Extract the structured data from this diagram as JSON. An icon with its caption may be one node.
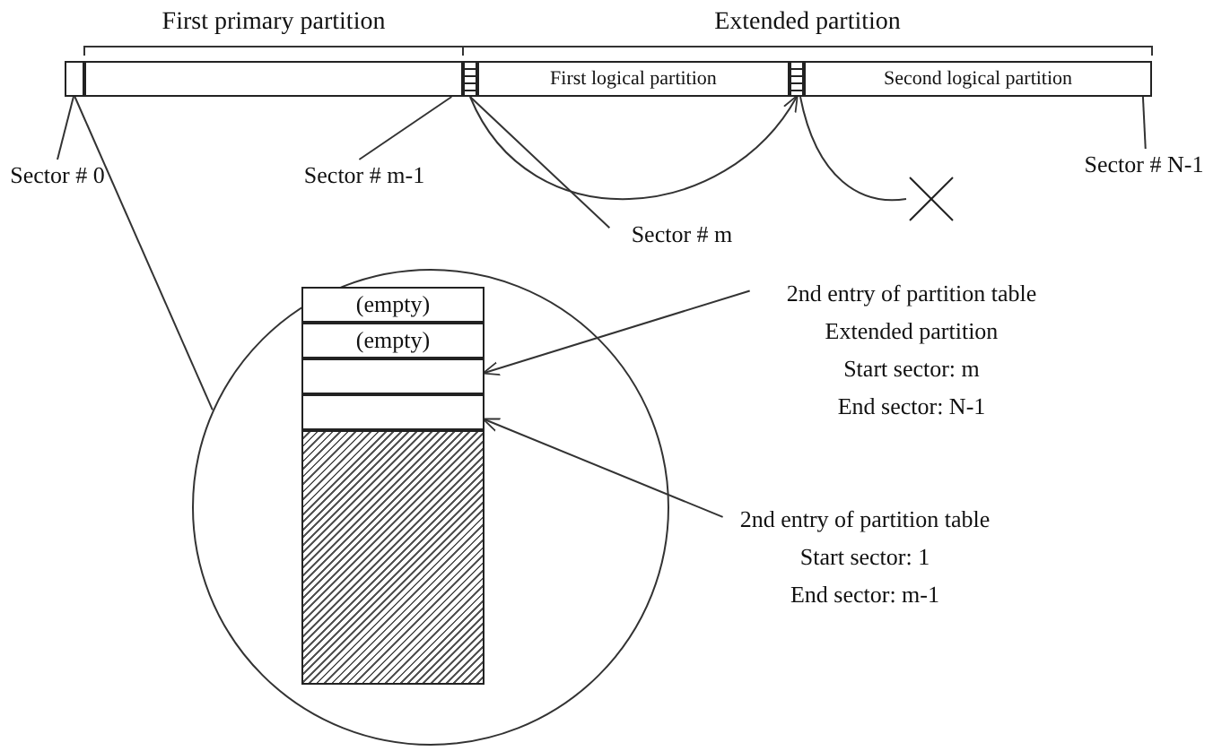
{
  "diagram": {
    "nodes": [
      {
        "text": [],
        "shape": "box"
      },
      {
        "text": [],
        "shape": "box"
      },
      {
        "text": [],
        "shape": "box"
      },
      {
        "text": [
          "First logical partition"
        ]
      },
      {
        "text": [],
        "shape": "box"
      },
      {
        "text": [
          "Second logical partition"
        ]
      },
      {
        "text": [
          "Sector # 0"
        ]
      },
      {
        "text": [
          "Sector # m-1"
        ]
      },
      {
        "text": [
          "Sector # m"
        ]
      },
      {
        "text": [
          "Sector # N-1"
        ]
      },
      {
        "text": [],
        "shape": "cross"
      },
      {
        "text": [],
        "shape": "circle"
      },
      {
        "text": [
          "(empty)"
        ],
        "in": 11
      },
      {
        "text": [
          "(empty)"
        ],
        "in": 11
      },
      {
        "text": [],
        "shape": "box",
        "in": 11
      },
      {
        "text": [],
        "shape": "box",
        "in": 11
      },
      {
        "text": [],
        "shape": "box",
        "in": 11
      },
      {
        "text": [
          "2nd entry of partition table",
          "Extended partition",
          "Start sector: m",
          "End sector: N-1"
        ]
      },
      {
        "text": [
          "2nd entry of partition table",
          "Start sector: 1",
          "End sector: m-1"
        ]
      }
    ],
    "edges": [
      {
        "from": 6,
        "to": 0,
        "arrow": "none"
      },
      {
        "from": 7,
        "to": 1,
        "arrow": "none"
      },
      {
        "from": 8,
        "to": 2,
        "arrow": "none"
      },
      {
        "from": 9,
        "to": 5,
        "arrow": "none"
      },
      {
        "from": 2,
        "to": 4,
        "arrow": "to"
      },
      {
        "from": 4,
        "to": 10,
        "arrow": "none"
      },
      {
        "from": 0,
        "to": 11,
        "arrow": "none"
      },
      {
        "from": 17,
        "to": 14,
        "arrow": "to"
      },
      {
        "from": 18,
        "to": 15,
        "arrow": "to"
      }
    ],
    "labels": [
      "First primary partition",
      "Extended partition"
    ]
  }
}
